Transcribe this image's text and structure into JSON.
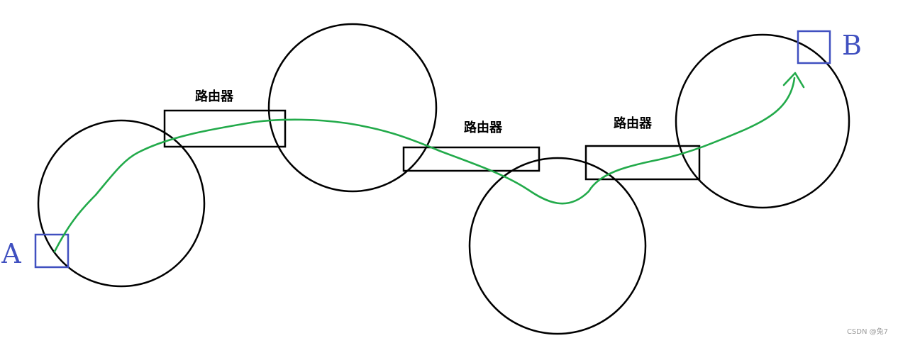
{
  "colors": {
    "line": "#000000",
    "host": "#4050c0",
    "route": "#22aa4a"
  },
  "routers": [
    {
      "label": "路由器"
    },
    {
      "label": "路由器"
    },
    {
      "label": "路由器"
    }
  ],
  "hosts": [
    {
      "label": "A"
    },
    {
      "label": "B"
    }
  ],
  "watermark": "CSDN @兔7"
}
